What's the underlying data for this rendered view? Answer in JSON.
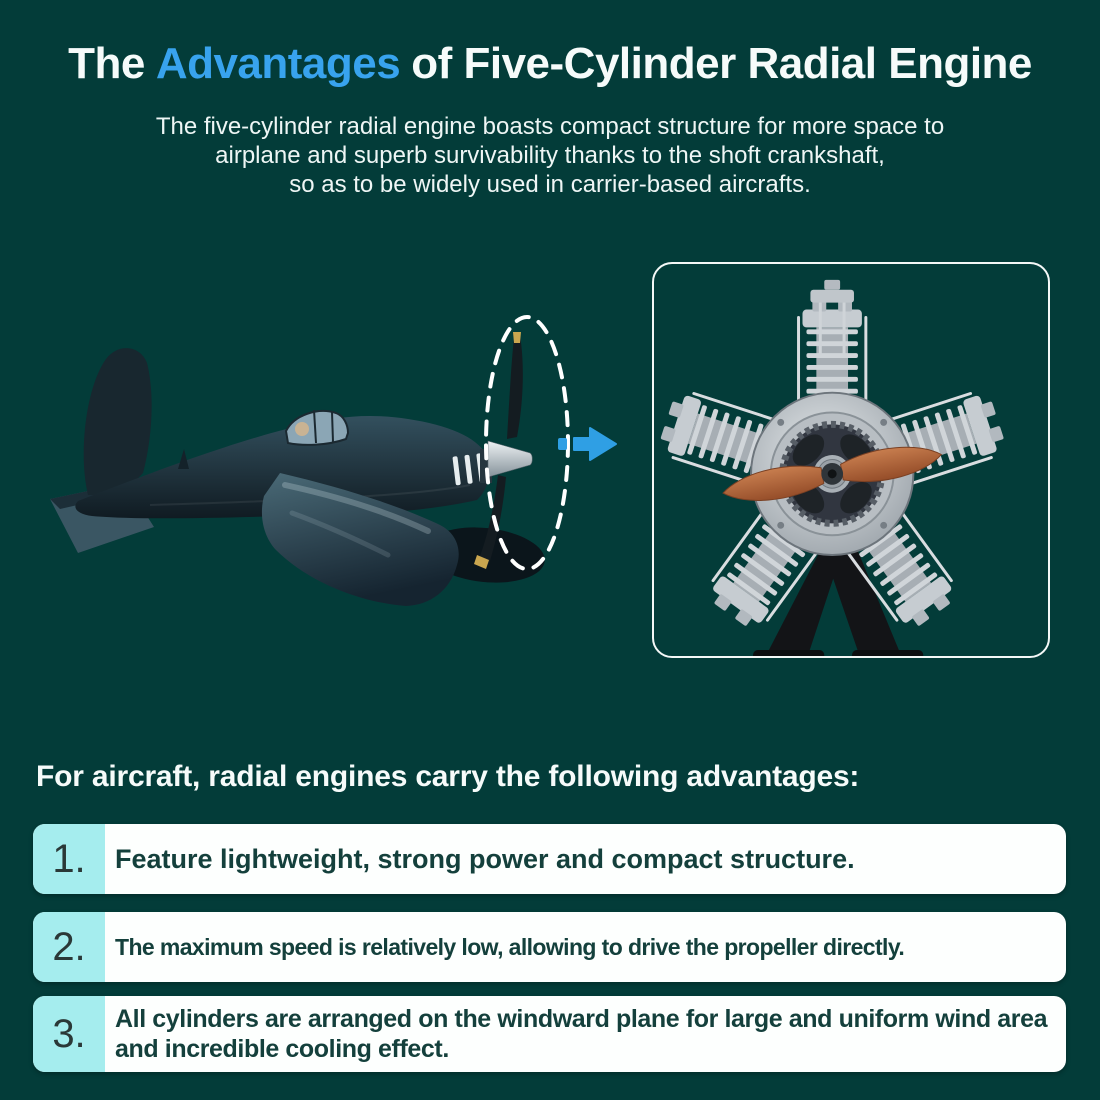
{
  "header": {
    "title": {
      "pre": "The",
      "highlight": "Advantages",
      "post": "of Five-Cylinder Radial Engine"
    },
    "subtitle_lines": [
      "The five-cylinder radial engine boasts compact structure for more space to",
      "airplane and superb survivability thanks to the shoft crankshaft,",
      "so as to be widely used in carrier-based aircrafts."
    ]
  },
  "visual": {
    "left_image": "corsair-fighter-aircraft",
    "propeller_marker": "white-dashed-ellipse",
    "arrow_icon": "blue-right-arrow",
    "right_image": "five-cylinder-radial-engine-model"
  },
  "advantages": {
    "heading": "For aircraft, radial engines carry the following advantages:",
    "items": [
      {
        "number": "1.",
        "text": "Feature lightweight, strong power and compact structure."
      },
      {
        "number": "2.",
        "text": "The maximum speed is relatively low, allowing to drive the propeller directly."
      },
      {
        "number": "3.",
        "text": "All cylinders are arranged on the windward plane for large and uniform wind area and incredible cooling effect."
      }
    ]
  },
  "colors": {
    "background": "#033c39",
    "title_highlight_blue": "#38a3ee",
    "arrow_blue": "#2f9fe4",
    "card_background": "#fdfffe",
    "number_tab_cyan": "#a5edee",
    "item_text_teal": "#14403c",
    "heading_white": "#f6fbfa",
    "propeller_wood_orange": "#b5693f",
    "engine_metal_silver": "#c6ccd1",
    "plane_body_dark": "#22353f"
  }
}
